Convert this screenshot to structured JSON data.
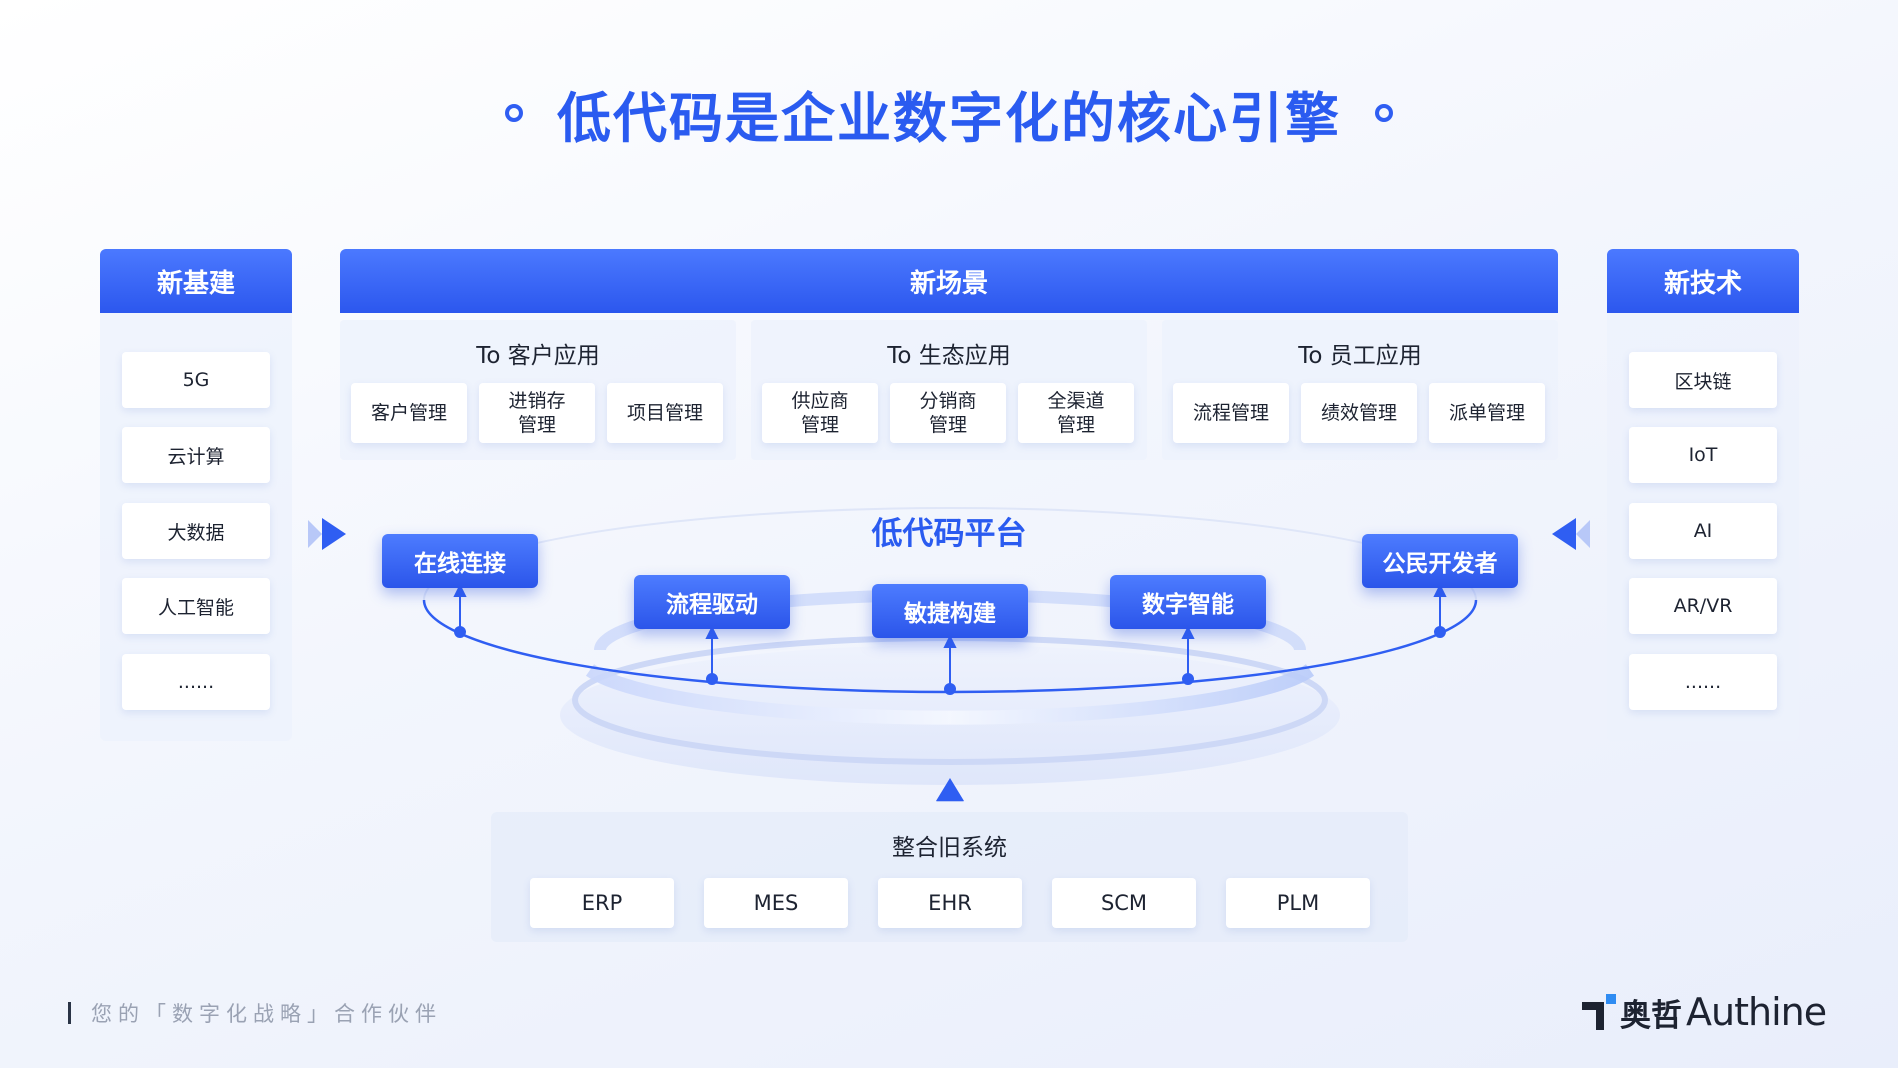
{
  "title": "低代码是企业数字化的核心引擎",
  "infrastructure": {
    "header": "新基建",
    "items": [
      "5G",
      "云计算",
      "大数据",
      "人工智能",
      "......"
    ]
  },
  "technology": {
    "header": "新技术",
    "items": [
      "区块链",
      "IoT",
      "AI",
      "AR/VR",
      "......"
    ]
  },
  "scenarios": {
    "header": "新场景",
    "groups": [
      {
        "title": "To 客户应用",
        "items": [
          "客户管理",
          "进销存\n管理",
          "项目管理"
        ]
      },
      {
        "title": "To 生态应用",
        "items": [
          "供应商\n管理",
          "分销商\n管理",
          "全渠道\n管理"
        ]
      },
      {
        "title": "To 员工应用",
        "items": [
          "流程管理",
          "绩效管理",
          "派单管理"
        ]
      }
    ]
  },
  "platform": {
    "title": "低代码平台",
    "capabilities": [
      "在线连接",
      "流程驱动",
      "敏捷构建",
      "数字智能",
      "公民开发者"
    ]
  },
  "legacy": {
    "title": "整合旧系统",
    "systems": [
      "ERP",
      "MES",
      "EHR",
      "SCM",
      "PLM"
    ]
  },
  "footer": {
    "tagline": "您的「数字化战略」合作伙伴",
    "logo_cn": "奥哲",
    "logo_en": "Authine"
  },
  "colors": {
    "accent": "#2f5ef2",
    "text": "#1d2331",
    "muted": "#9aa2b3"
  }
}
